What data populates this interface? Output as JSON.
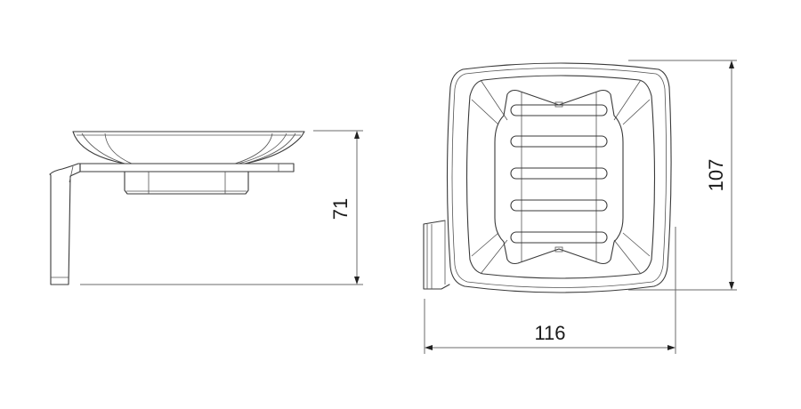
{
  "drawing": {
    "type": "technical-drawing",
    "subject": "wall-mounted soap dish",
    "views": [
      {
        "name": "side-view"
      },
      {
        "name": "top-view"
      }
    ],
    "dimensions": {
      "height": {
        "label": "71",
        "orientation": "vertical",
        "view": "side-view"
      },
      "depth": {
        "label": "107",
        "orientation": "vertical",
        "view": "top-view"
      },
      "width": {
        "label": "116",
        "orientation": "horizontal",
        "view": "top-view"
      }
    },
    "colors": {
      "line": "#3a3a3a",
      "dimension_line": "#6b6b6b",
      "background": "#ffffff"
    }
  }
}
